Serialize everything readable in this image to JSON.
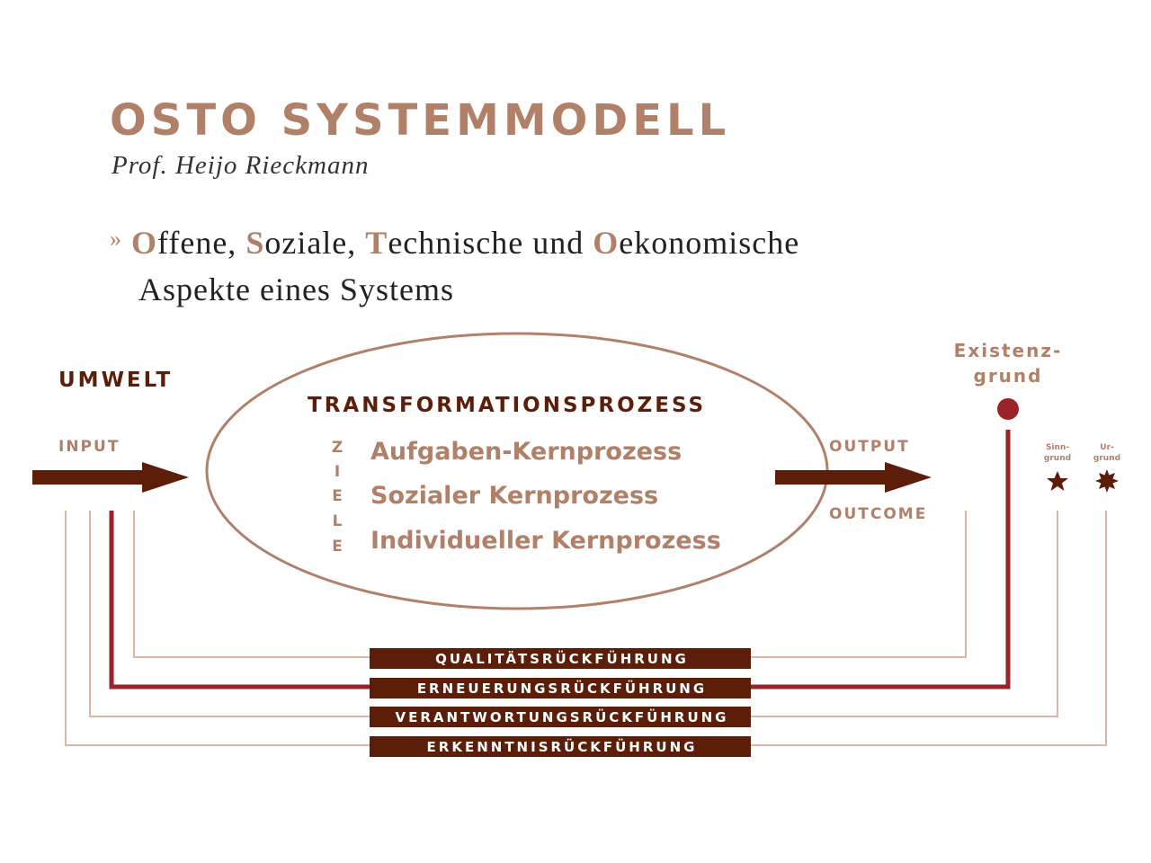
{
  "header": {
    "title": "OSTO SYSTEMMODELL",
    "author": "Prof. Heijo Rieckmann",
    "bullet_symbol": "»",
    "bullet_line1": [
      {
        "cap": "O",
        "rest": "ffene, "
      },
      {
        "cap": "S",
        "rest": "oziale, "
      },
      {
        "cap": "T",
        "rest": "echnische und "
      },
      {
        "cap": "O",
        "rest": "ekonomische"
      }
    ],
    "bullet_line2": "Aspekte eines Systems"
  },
  "diagram": {
    "environment": "UMWELT",
    "input": "INPUT",
    "output": "OUTPUT",
    "outcome": "OUTCOME",
    "transformation_title": "TRANSFORMATIONSPROZESS",
    "ziele_letters": [
      "Z",
      "I",
      "E",
      "L",
      "E"
    ],
    "processes": [
      "Aufgaben-Kernprozess",
      "Sozialer Kernprozess",
      "Individueller Kernprozess"
    ],
    "existenz_line1": "Existenz-",
    "existenz_line2": "grund",
    "sinngrund_line1": "Sinn-",
    "sinngrund_line2": "grund",
    "urgrund_line1": "Ur-",
    "urgrund_line2": "grund",
    "feedback_loops": [
      "QUALITÄTSRÜCKFÜHRUNG",
      "ERNEUERUNGSRÜCKFÜHRUNG",
      "VERANTWORTUNGSRÜCKFÜHRUNG",
      "ERKENNTNISRÜCKFÜHRUNG"
    ],
    "colors": {
      "accent": "#b08068",
      "dark_brown": "#5c1e08",
      "red": "#9b2226",
      "line_light": "#d8b8a5"
    }
  }
}
